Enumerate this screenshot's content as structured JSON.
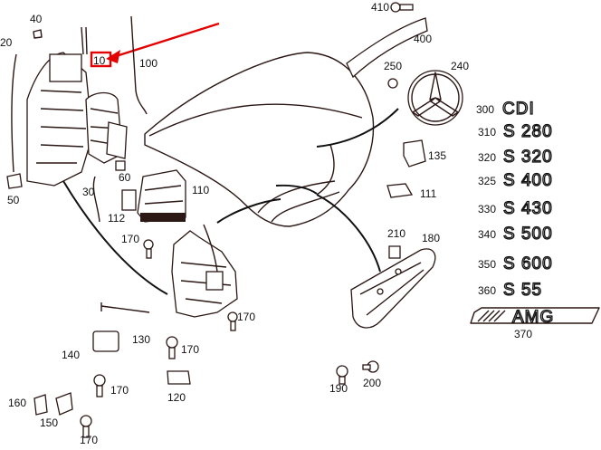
{
  "callouts": {
    "c10": "10",
    "c20": "20",
    "c30": "30",
    "c40": "40",
    "c50": "50",
    "c60": "60",
    "c100": "100",
    "c110": "110",
    "c111": "111",
    "c112": "112",
    "c120": "120",
    "c130": "130",
    "c135": "135",
    "c140": "140",
    "c150": "150",
    "c160": "160",
    "c170a": "170",
    "c170b": "170",
    "c170c": "170",
    "c170d": "170",
    "c170e": "170",
    "c180": "180",
    "c190": "190",
    "c200": "200",
    "c210": "210",
    "c240": "240",
    "c250": "250",
    "c370": "370",
    "c400": "400",
    "c410": "410"
  },
  "badges": [
    {
      "num": "300",
      "text": "CDI"
    },
    {
      "num": "310",
      "text": "S 280"
    },
    {
      "num": "320",
      "text": "S 320"
    },
    {
      "num": "325",
      "text": "S 400"
    },
    {
      "num": "330",
      "text": "S 430"
    },
    {
      "num": "340",
      "text": "S 500"
    },
    {
      "num": "350",
      "text": "S 600"
    },
    {
      "num": "360",
      "text": "S 55"
    }
  ],
  "amg_badge": "AMG",
  "colors": {
    "highlight": "#e30000",
    "lines": "#2b1714",
    "text": "#111111"
  }
}
